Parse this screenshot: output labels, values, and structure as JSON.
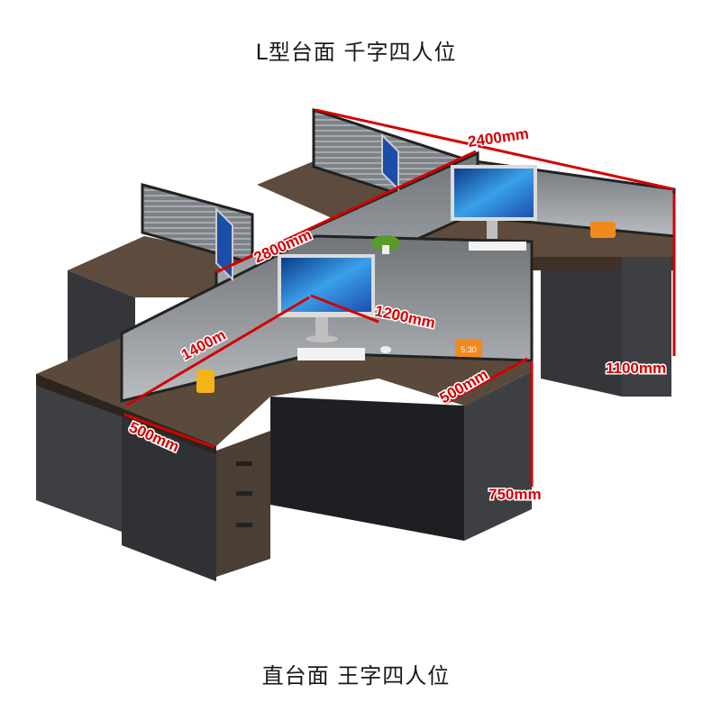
{
  "captions": {
    "top": "L型台面 千字四人位",
    "bottom": "直台面 王字四人位"
  },
  "dimensions": {
    "length_total": "2400mm",
    "length_long": "2800mm",
    "desk_depth_long": "1400m",
    "monitor_span": "1200mm",
    "return_width": "500mm",
    "side_width": "500mm",
    "partition_height": "1100mm",
    "desk_height": "750mm"
  },
  "clock_text": "5:30",
  "colors": {
    "dimension_line": "#d40000",
    "desktop": "#5a4a3c",
    "cabinet": "#3d3f43",
    "partition": "#8f9499"
  }
}
